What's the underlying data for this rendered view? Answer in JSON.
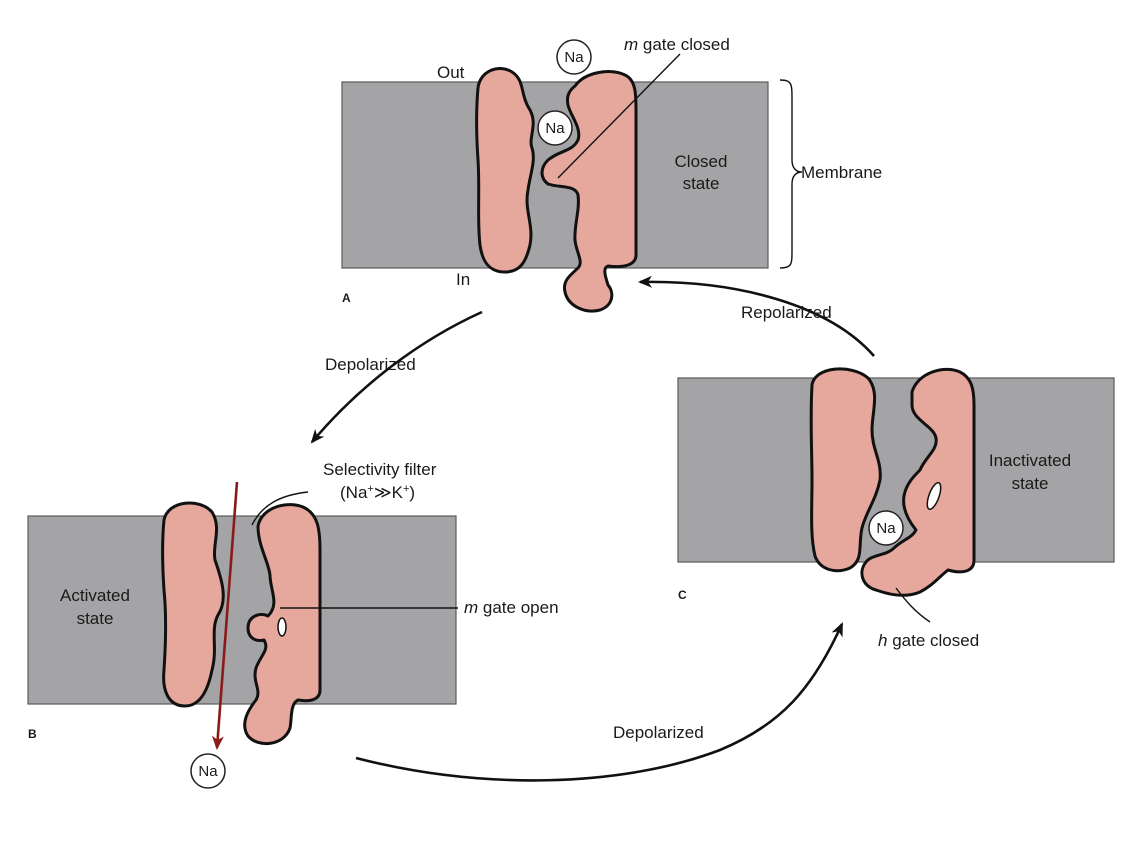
{
  "labels": {
    "out": "Out",
    "in": "In",
    "membrane": "Membrane",
    "m_gate_closed_m": "m",
    "m_gate_closed_rest": " gate closed",
    "m_gate_open_m": "m",
    "m_gate_open_rest": " gate open",
    "h_gate_closed_h": "h",
    "h_gate_closed_rest": " gate closed",
    "selectivity_filter": "Selectivity filter",
    "selectivity_formula_pre": "(Na",
    "selectivity_formula_plus1": "+",
    "selectivity_formula_mid": "≫K",
    "selectivity_formula_plus2": "+",
    "selectivity_formula_post": ")"
  },
  "states": {
    "closed_line1": "Closed",
    "closed_line2": "state",
    "activated_line1": "Activated",
    "activated_line2": "state",
    "inactivated_line1": "Inactivated",
    "inactivated_line2": "state"
  },
  "transitions": {
    "a_to_b": "Depolarized",
    "b_to_c": "Depolarized",
    "c_to_a": "Repolarized"
  },
  "panels": {
    "a": "A",
    "b": "B",
    "c": "C"
  },
  "ion": "Na",
  "colors": {
    "membrane": "#a4a4a6",
    "protein": "#e6a79c",
    "outline": "#111111",
    "ion_flow_arrow": "#8b1a1a"
  }
}
